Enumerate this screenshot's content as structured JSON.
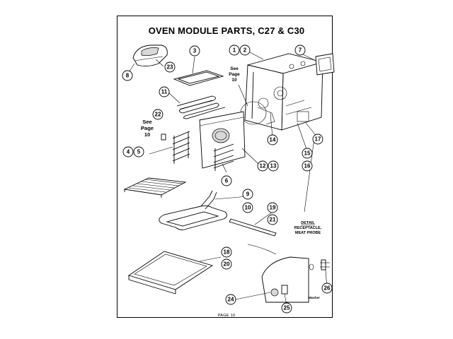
{
  "header": {
    "title": "OVEN MODULE PARTS, C27 & C30"
  },
  "footer": {
    "page": "PAGE 10"
  },
  "notes": {
    "see_page_a": [
      "See",
      "Page",
      "10"
    ],
    "see_page_b": [
      "See",
      "Page",
      "10"
    ],
    "detail": [
      "DETAIL",
      "RECEPTACLE,",
      "MEAT PROBE"
    ],
    "washer": "Washer"
  },
  "callouts": [
    "1",
    "2",
    "3",
    "4",
    "5",
    "6",
    "7",
    "8",
    "9",
    "10",
    "11",
    "12",
    "13",
    "14",
    "15",
    "16",
    "17",
    "18",
    "19",
    "20",
    "21",
    "22",
    "23",
    "24",
    "25",
    "26"
  ]
}
